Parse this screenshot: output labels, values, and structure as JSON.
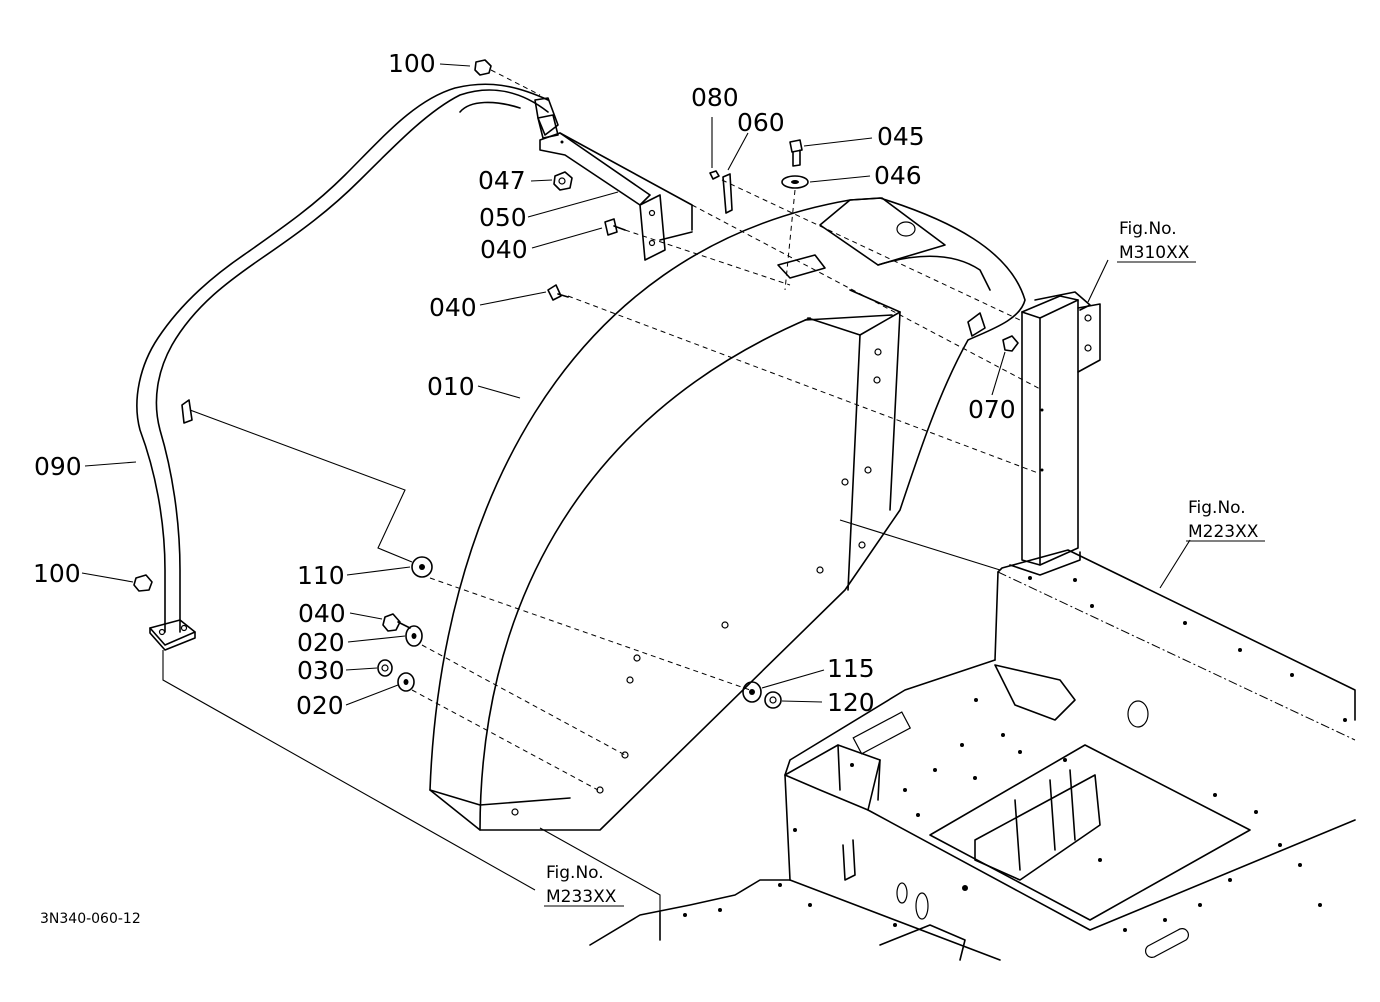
{
  "diagram_code": "3N340-060-12",
  "fig_ref_label": "Fig.No.",
  "fig_refs": {
    "top_right": "M310XX",
    "mid_right": "M223XX",
    "bottom": "M233XX"
  },
  "callouts": {
    "c100_top": "100",
    "c080": "080",
    "c060": "060",
    "c045": "045",
    "c046": "046",
    "c047": "047",
    "c050": "050",
    "c040_a": "040",
    "c040_b": "040",
    "c010": "010",
    "c070": "070",
    "c090": "090",
    "c100_bottom": "100",
    "c110": "110",
    "c040_c": "040",
    "c020_a": "020",
    "c030": "030",
    "c020_b": "020",
    "c115": "115",
    "c120": "120"
  }
}
